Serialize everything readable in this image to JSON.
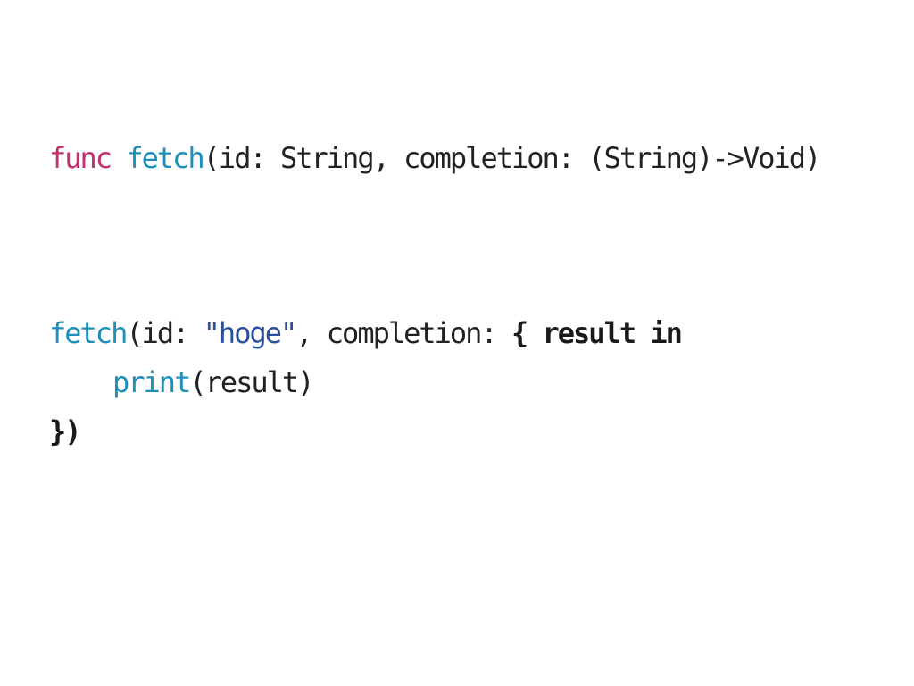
{
  "colors": {
    "keyword": "#c2306f",
    "function": "#1e8fbb",
    "string": "#2a4f9e",
    "text": "#222222"
  },
  "code": {
    "line1": {
      "keyword": "func",
      "space": " ",
      "function_name": "fetch",
      "signature": "(id: String, completion: (String)->Void)"
    },
    "line2": {
      "function_name": "fetch",
      "args_open": "(id: ",
      "string_literal": "\"hoge\"",
      "args_mid": ", completion: ",
      "closure_open": "{ result",
      "space": " ",
      "keyword": "in"
    },
    "line3": {
      "function_name": "print",
      "args": "(result)"
    },
    "line4": {
      "closure_close": "})"
    }
  }
}
